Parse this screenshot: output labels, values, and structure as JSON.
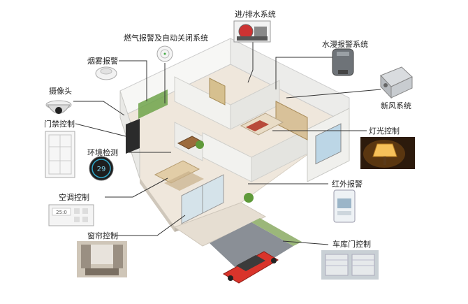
{
  "labels": {
    "water": "进/排水系统",
    "gas": "燃气报警及自动关闭系统",
    "smoke": "烟雾报警",
    "flood": "水漫报警系统",
    "camera": "摄像头",
    "fresh_air": "新风系统",
    "door_access": "门禁控制",
    "lighting": "灯光控制",
    "environment": "环境检测",
    "ac": "空调控制",
    "infrared": "红外报警",
    "curtain": "窗帘控制",
    "garage": "车库门控制"
  },
  "thermostat_reading": "29",
  "ac_panel_reading": "25:0",
  "colors": {
    "line": "#333333",
    "car": "#d9342b",
    "floor": "#efe7dc",
    "wall": "#f4f4f2",
    "green": "#6fa34a"
  }
}
